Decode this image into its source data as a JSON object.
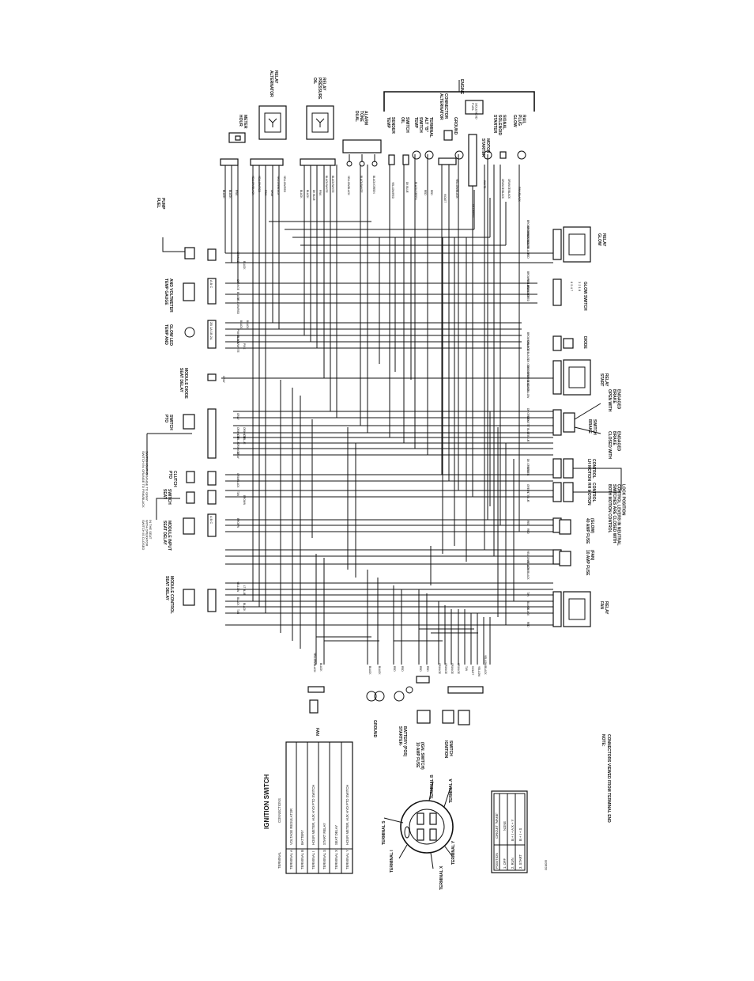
{
  "ignition_table": {
    "title": "IGNITION SWITCH",
    "header_terminal": "TERMINAL",
    "header_connections": "CONNECTIONS",
    "rows": [
      {
        "terminal": "TERMINAL A",
        "connection": "VOLTAGE REGULATOR"
      },
      {
        "terminal": "TERMINAL B",
        "connection": "BATTERY"
      },
      {
        "terminal": "TERMINAL I",
        "connection": "HOUR METER, AUX HYD PTO SWITCH"
      },
      {
        "terminal": "TERMINAL S",
        "connection": "START RELAY"
      },
      {
        "terminal": "TERMINAL X",
        "connection": "SEAT DELAY"
      },
      {
        "terminal": "TERMINAL Y",
        "connection": "HOUR METER, AUX HYD PTO SWITCH"
      }
    ]
  },
  "terminal_labels": {
    "b": "TERMINAL B",
    "a": "TERMINAL A",
    "s": "TERMINAL S",
    "i": "TERMINAL I",
    "x": "TERMINAL X",
    "y": "TERMINAL Y"
  },
  "position_table": {
    "headers": [
      "POSITION",
      "CIRCUIT \"MAKE\""
    ],
    "rows": [
      {
        "position": "1. OFF",
        "circuit": "NONE"
      },
      {
        "position": "2. RUN",
        "circuit": "B + I + A    X + Y"
      },
      {
        "position": "3. START",
        "circuit": "B + I + S"
      }
    ]
  },
  "figure_code": "G016035",
  "note": {
    "line1": "NOTE:",
    "line2": "CONNECTORS VIEWED FROM TERMINAL END"
  },
  "engine_label": "ENGINE",
  "top_components": [
    {
      "key": "hour_meter",
      "label": "HOUR\nMETER"
    },
    {
      "key": "alt_relay",
      "label": "ALTERNATOR\nRELAY"
    },
    {
      "key": "oil_relay",
      "label": "OIL\nPRESSURE\nRELAY"
    },
    {
      "key": "dual_tone",
      "label": "DUAL\nTONE\nALARM"
    },
    {
      "key": "temp_sender",
      "label": "TEMP\nSENDER"
    },
    {
      "key": "oil_switch",
      "label": "OIL\nSWITCH"
    },
    {
      "key": "temp_switch",
      "label": "TEMP\nSWITCH"
    },
    {
      "key": "alt_b",
      "label": "ALT \"B\"\nTERMINAL"
    },
    {
      "key": "alt_conn",
      "label": "ALTERNATOR\nCONNECTOR"
    },
    {
      "key": "ground_top",
      "label": "GROUND"
    },
    {
      "key": "fuel_sol",
      "label": "FUEL\nSOLENOID"
    },
    {
      "key": "starter_motor",
      "label": "STARTER\nMOTOR"
    },
    {
      "key": "starter_sol",
      "label": "STARTER\nSOLENOID\nSIGNAL"
    },
    {
      "key": "glow_plug",
      "label": "GLOW\nPLUG\nRAIL"
    }
  ],
  "left_components": [
    {
      "key": "fuel_pump",
      "label": "FUEL\nPUMP"
    },
    {
      "key": "temp_gauge",
      "label": "TEMP GAUGE\nAND VOLTMETER"
    },
    {
      "key": "temp_glow",
      "label": "TEMP AND\nGLOW LED"
    },
    {
      "key": "seat_delay_diode",
      "label": "SEAT DELAY\nMODULE DIODE"
    },
    {
      "key": "pto_switch",
      "label": "PTO\nSWITCH"
    },
    {
      "key": "pto_note",
      "label": "SWITCH IN: ORANGE TO PINK/BLACK\nSWITCH OUT: ORANGE TO GRAY"
    },
    {
      "key": "seat_switch",
      "label": "SEAT\nSWITCH"
    },
    {
      "key": "pto_clutch",
      "label": "PTO\nCLUTCH"
    },
    {
      "key": "seat_note",
      "label": "SWITCH IS CLOSED\nWITH OPERATOR\nIN THE SEAT"
    },
    {
      "key": "seat_delay_input",
      "label": "SEAT DELAY\nMODULE INPUT"
    },
    {
      "key": "seat_delay_control",
      "label": "SEAT DELAY\nMODULE CONTROL"
    }
  ],
  "right_components": [
    {
      "key": "glow_relay",
      "label": "GLOW\nRELAY"
    },
    {
      "key": "glow_switch",
      "label": "GLOW SWITCH"
    },
    {
      "key": "diode",
      "label": "DIODE"
    },
    {
      "key": "start_relay",
      "label": "START\nRELAY"
    },
    {
      "key": "brake_switch",
      "label": "BRAKE\nSWITCH"
    },
    {
      "key": "brake_note",
      "label": "OPEN WITH\nBRAKE\nENGAGED"
    },
    {
      "key": "closed_brake",
      "label": "CLOSED WITH\nBRAKE\nENGAGED"
    },
    {
      "key": "lh_motion",
      "label": "LH MOTION\nCONTROL"
    },
    {
      "key": "rh_motion",
      "label": "RH MOTION\nCONTROL"
    },
    {
      "key": "motion_note",
      "label": "BOTH MOTION CONTROL\nSWITCHES ARE CLOSED WITH\nCONTROL LEVERS IN NEUTRAL\nLOCK POSITION"
    },
    {
      "key": "fuse40",
      "label": "40 AMP FUSE\n(GLOW)"
    },
    {
      "key": "fuse10",
      "label": "10 AMP FUSE\n(FAN)"
    },
    {
      "key": "fan_relay",
      "label": "FAN\nRELAY"
    }
  ],
  "bottom_components": [
    {
      "key": "fan",
      "label": "FAN"
    },
    {
      "key": "ground_bottom",
      "label": "GROUND"
    },
    {
      "key": "starter_battery",
      "label": "STARTER-\nBATTERY (POS)"
    },
    {
      "key": "fuse10_ign",
      "label": "10 AMP FUSE\n(IGN. SWITCH)"
    },
    {
      "key": "ignition_switch",
      "label": "IGNITION\nSWITCH"
    }
  ],
  "wire_colors": {
    "top": [
      "BLACK",
      "BLACK",
      "PINK",
      "YELLOW/BLACK",
      "YELLOW/RED",
      "PINK",
      "GRAY",
      "YELLOW/BLACK",
      "YELLOW/RED",
      "BLACK",
      "BLACK",
      "DK BLUE",
      "PINK",
      "BLACK/WHITE",
      "BLACK/WHITE",
      "YELLOW/BLACK",
      "BLACK/WHITE",
      "BLACK/GREEN",
      "YELLOW/RED",
      "DK BLUE",
      "BLACK/GREEN",
      "RED",
      "RED",
      "VIOLET",
      "YELLOW/BLACK",
      "DK GREEN",
      "WHITE",
      "ORANGE/BLACK",
      "ORANGE/BLACK",
      "PINK/BLACK"
    ],
    "left": [
      "ORANGE",
      "BLACK",
      "ORANGE",
      "BLACK",
      "YELLOW/RED",
      "BLACK",
      "BLACK",
      "PINK/BLACK",
      "BLACK/WHITE",
      "PINK",
      "GRAY",
      "GRAY",
      "ORANGE",
      "ORANGE",
      "LT BLUE",
      "LT BLUE",
      "ORANGE",
      "GRAY",
      "GRAY",
      "BLACK",
      "TAN",
      "BROWN",
      "BROWN",
      "YELLOW",
      "LT BLUE",
      "BLACK",
      "BLACK",
      "TAN"
    ],
    "right": [
      "BROWN/BLACK",
      "BROWN/BLACK",
      "PINK/BLACK",
      "BLACK",
      "BLACK",
      "RED",
      "BROWN/BLACK",
      "YELLOW/BLACK",
      "YELLOW/RED",
      "BROWN/BLACK",
      "ORANGE/BLACK",
      "DK GREEN",
      "DK GREEN",
      "ORANGE/BLACK",
      "BLACK",
      "YELLOW",
      "DK GREEN",
      "VIOLET",
      "LT BLUE",
      "LT BLUE",
      "DK GREEN",
      "GREEN",
      "GREEN",
      "LT BLUE",
      "RED",
      "RED",
      "YELLOW/BLACK",
      "YELLOW/BLACK",
      "TAN",
      "BLACK",
      "BLACK",
      "RED"
    ],
    "bottom": [
      "YELLOW/BLACK",
      "BLACK",
      "BLACK",
      "BLACK",
      "RED",
      "RED",
      "RED",
      "RED",
      "ORANGE",
      "ORANGE",
      "ORANGE",
      "ORANGE",
      "TAN",
      "VIOLET",
      "YELLOW",
      "YELLOW/BLACK"
    ]
  },
  "pin_text": {
    "glow_switch_top": "6 5 4 7",
    "glow_switch_bottom": "3 2 1 8",
    "abc": "A B C",
    "led": "2B 1A 1B 2A"
  }
}
